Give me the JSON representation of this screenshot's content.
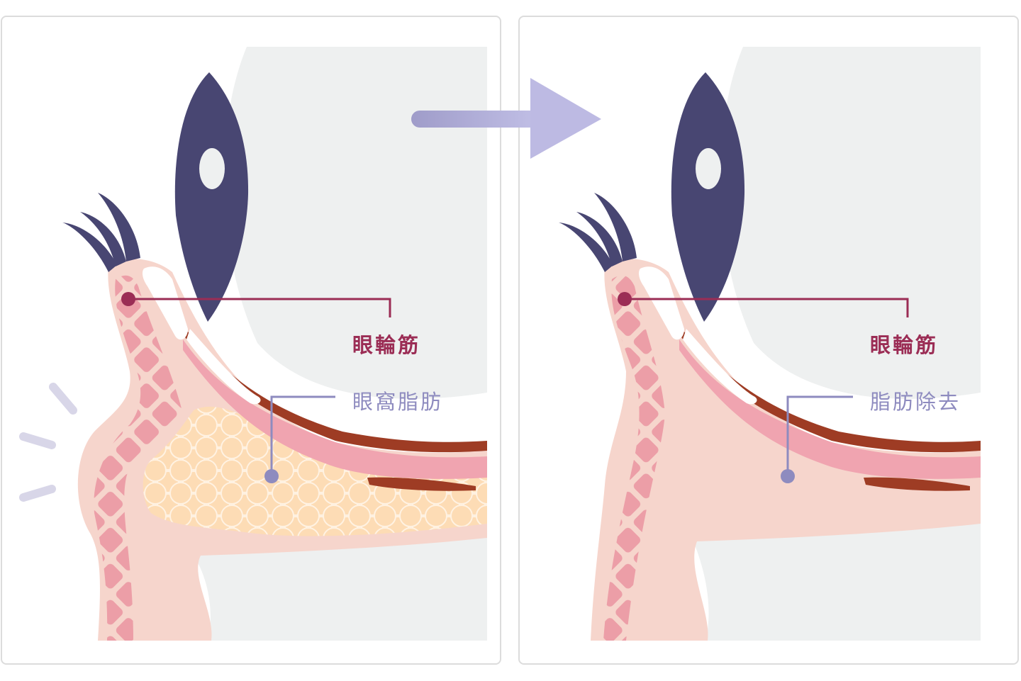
{
  "colors": {
    "skin": "#f6d5cc",
    "skin_dark": "#f2c2b8",
    "muscle_pink": "#ec9ea7",
    "label_muscle": "#9b2d55",
    "label_fat": "#8e8bbf",
    "iris": "#484672",
    "sclera": "#eef0f0",
    "fat": "#fddcb5",
    "arrow": "#a9a6d5",
    "brown": "#9e3c24"
  },
  "left_panel": {
    "label_muscle": "眼輪筋",
    "label_fat": "眼窩脂肪"
  },
  "right_panel": {
    "label_muscle": "眼輪筋",
    "label_fat": "脂肪除去"
  },
  "icons": [
    "eye-iris-icon",
    "eyelash-icon",
    "arrow-right-icon",
    "puff-lines-icon"
  ]
}
